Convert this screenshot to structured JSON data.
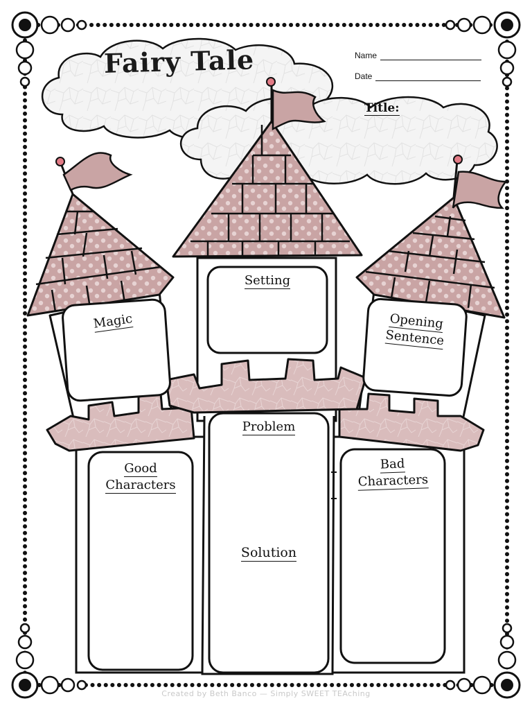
{
  "worksheet": {
    "title": "Fairy Tale",
    "name_label": "Name",
    "date_label": "Date",
    "story_title_label": "Title:",
    "boxes": {
      "magic": "Magic",
      "setting": "Setting",
      "opening_line1": "Opening",
      "opening_line2": "Sentence",
      "problem": "Problem",
      "solution": "Solution",
      "good_line1": "Good",
      "good_line2": "Characters",
      "bad_line1": "Bad",
      "bad_line2": "Characters"
    },
    "credit": "Created by Beth Banco — Simply SWEET TEAching"
  },
  "colors": {
    "accent_pink": "#c9a4a4",
    "pink_dots": "#e7d3d3",
    "flag_pin": "#e27b86",
    "outline": "#1a1a1a",
    "cloud_fill": "#f4f4f4"
  }
}
